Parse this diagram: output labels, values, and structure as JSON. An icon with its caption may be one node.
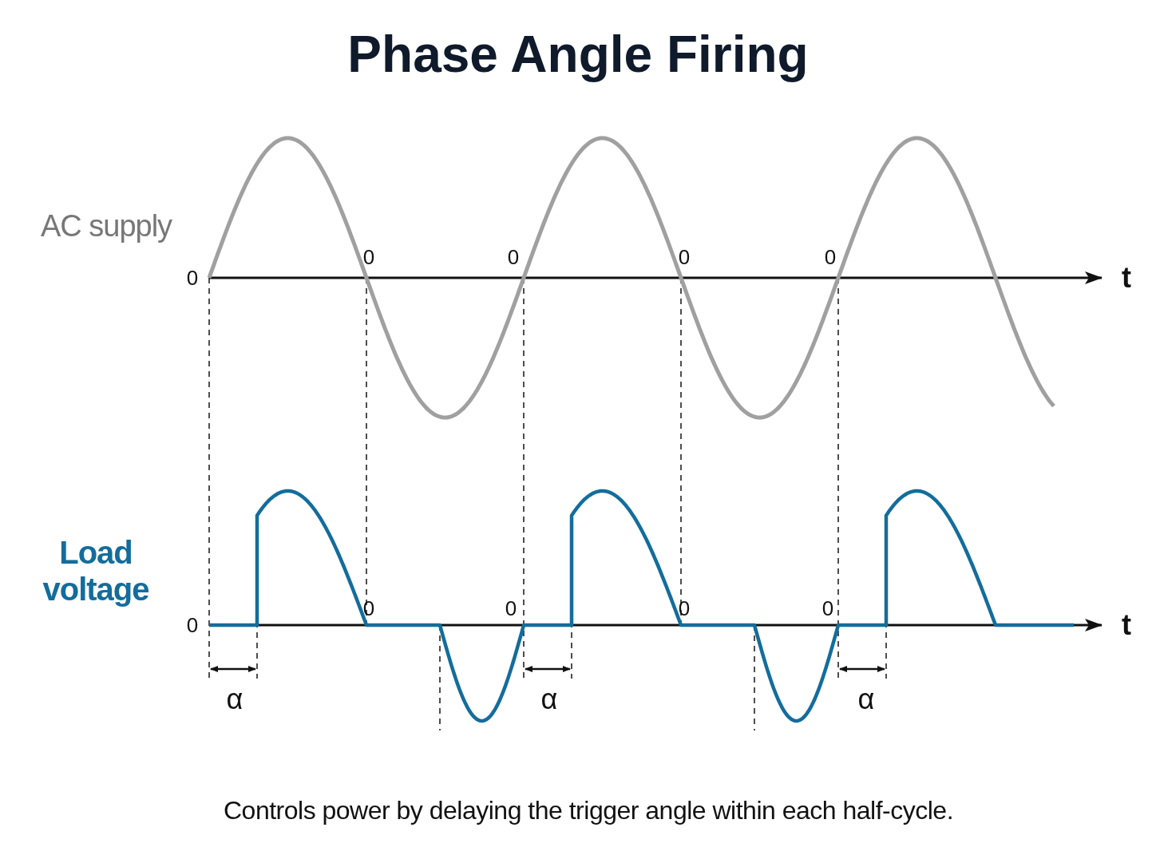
{
  "diagram": {
    "title": "Phase Angle Firing",
    "caption": "Controls power by delaying the trigger angle within each half-cycle.",
    "labels": [
      "AC supply",
      "0",
      "0",
      "0",
      "0",
      "0",
      "t",
      "Load voltage",
      "0",
      "0",
      "0",
      "0",
      "0",
      "t",
      "α",
      "α",
      "α"
    ]
  }
}
